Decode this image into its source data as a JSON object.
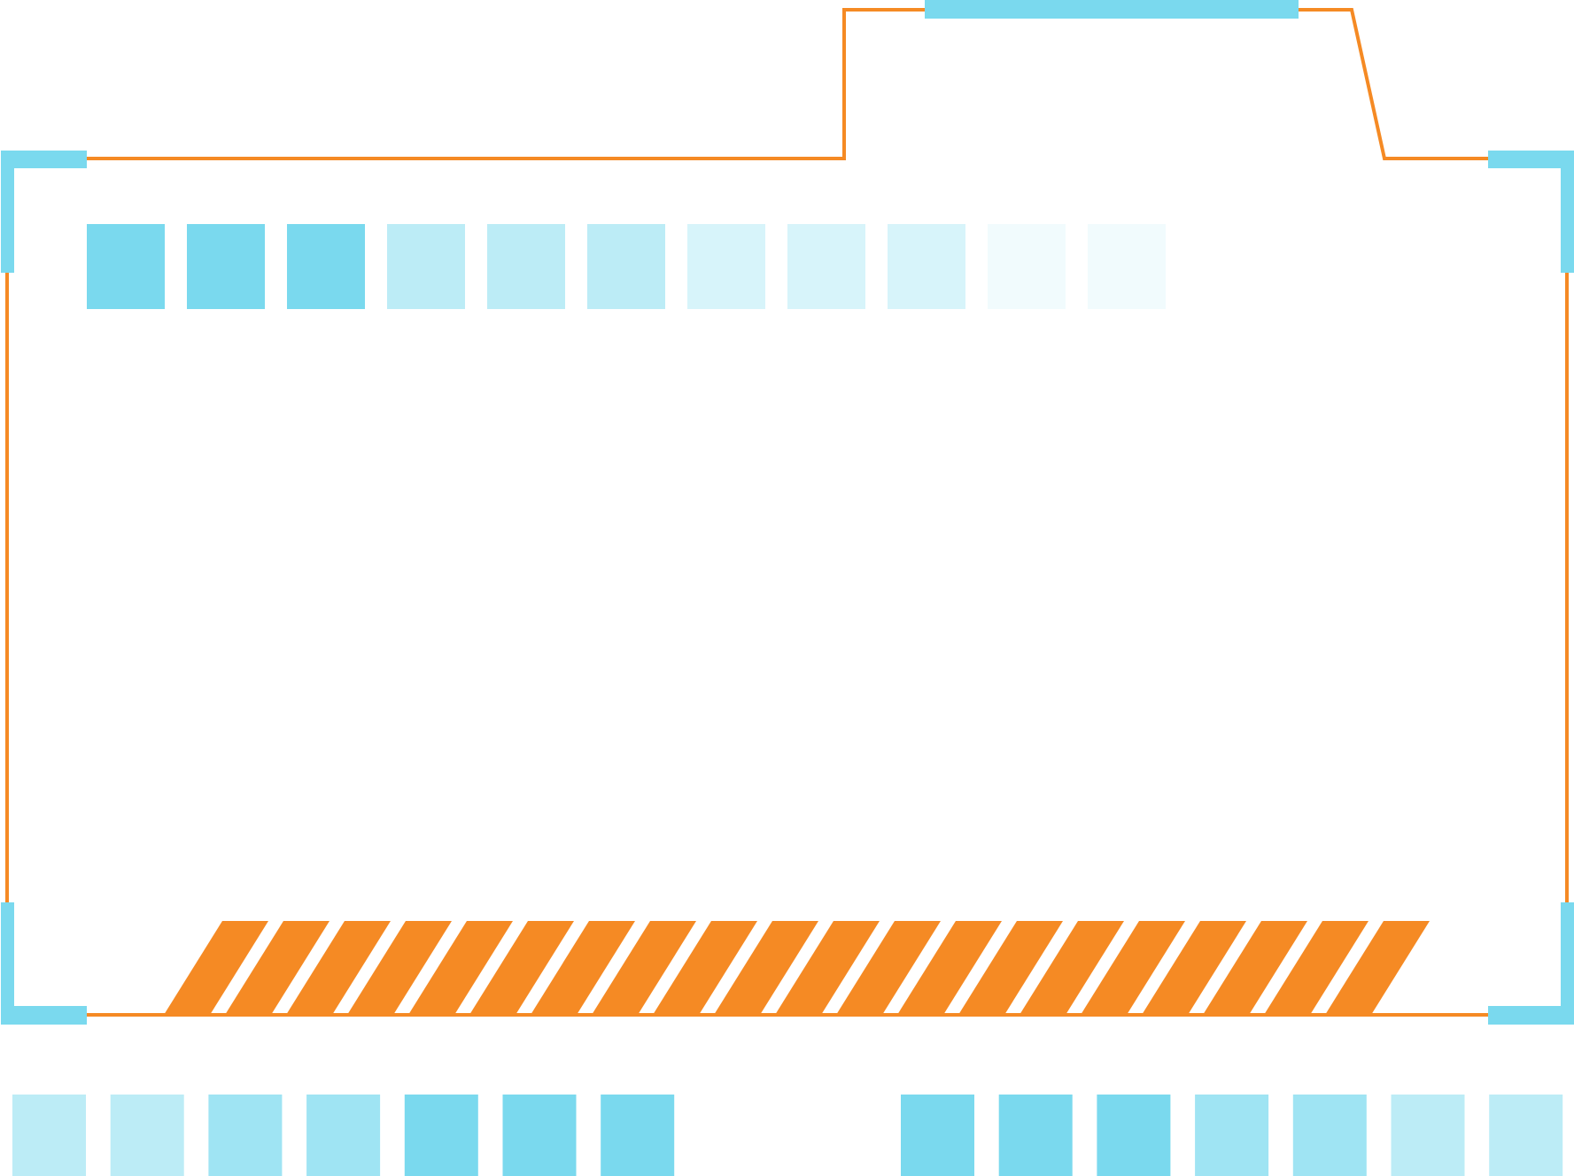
{
  "colors": {
    "background": "#ffffff",
    "outline": "#f58a24",
    "accent_blue": "#7ad9ee",
    "stripe": "#f58a24"
  },
  "frame": {
    "style": "tech-frame",
    "top_tab_bar": "cyan-bar",
    "corner_brackets": [
      "top-left",
      "top-right",
      "bottom-left",
      "bottom-right"
    ]
  },
  "top_squares": {
    "count": 11,
    "opacity_levels": [
      1,
      1,
      1,
      0.5,
      0.5,
      0.5,
      0.3,
      0.3,
      0.3,
      0.1,
      0.1
    ]
  },
  "stripe_band": {
    "count": 20
  },
  "bottom_squares_left": {
    "count": 7,
    "opacity_levels": [
      0.5,
      0.5,
      0.72,
      0.72,
      1,
      1,
      1
    ]
  },
  "bottom_squares_right": {
    "count": 7,
    "opacity_levels": [
      1,
      1,
      1,
      0.72,
      0.72,
      0.5,
      0.5
    ]
  }
}
